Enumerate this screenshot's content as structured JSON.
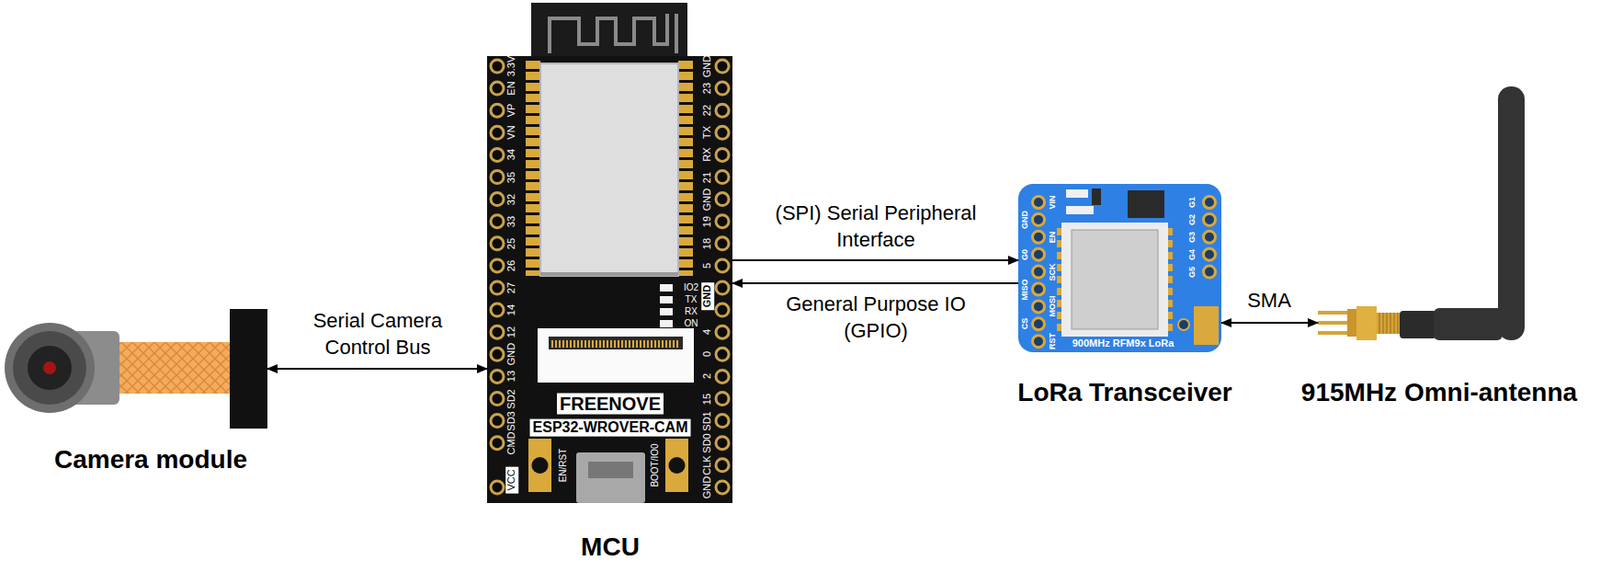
{
  "diagram": {
    "nodes": [
      {
        "text": [
          "Camera module"
        ]
      },
      {
        "text": [
          "MCU"
        ]
      },
      {
        "text": [
          "LoRa Transceiver"
        ]
      },
      {
        "text": [
          "915MHz Omni-antenna"
        ]
      }
    ],
    "edges": [
      {
        "from": 0,
        "to": 1,
        "arrow": "both",
        "label": "Serial Camera Control Bus"
      },
      {
        "from": 1,
        "to": 2,
        "arrow": "to",
        "label": "(SPI) Serial Peripheral Interface"
      },
      {
        "from": 2,
        "to": 1,
        "arrow": "to",
        "label": "General Purpose IO (GPIO)"
      },
      {
        "from": 2,
        "to": 3,
        "arrow": "both",
        "label": "SMA"
      }
    ],
    "labels": [
      "3.3V",
      "EN",
      "VP",
      "VN",
      "34",
      "35",
      "32",
      "33",
      "25",
      "26",
      "27",
      "14",
      "12",
      "GND",
      "13",
      "SD2",
      "SD3",
      "CMD",
      "VCC",
      "GND",
      "23",
      "22",
      "TX",
      "RX",
      "21",
      "GND",
      "19",
      "18",
      "5",
      "GND",
      "4",
      "0",
      "2",
      "15",
      "SD1",
      "SD0",
      "CLK",
      "GND",
      "IO2",
      "TX",
      "RX",
      "ON",
      "FREENOVE",
      "ESP32-WROVER-CAM",
      "EN/RST",
      "BOOT/IO0",
      "VIN",
      "GND",
      "EN",
      "G0",
      "SCK",
      "MISO",
      "MOSI",
      "CS",
      "RST",
      "G1",
      "G2",
      "G3",
      "G4",
      "G5",
      "900MHz RFM9x LoRa"
    ]
  }
}
